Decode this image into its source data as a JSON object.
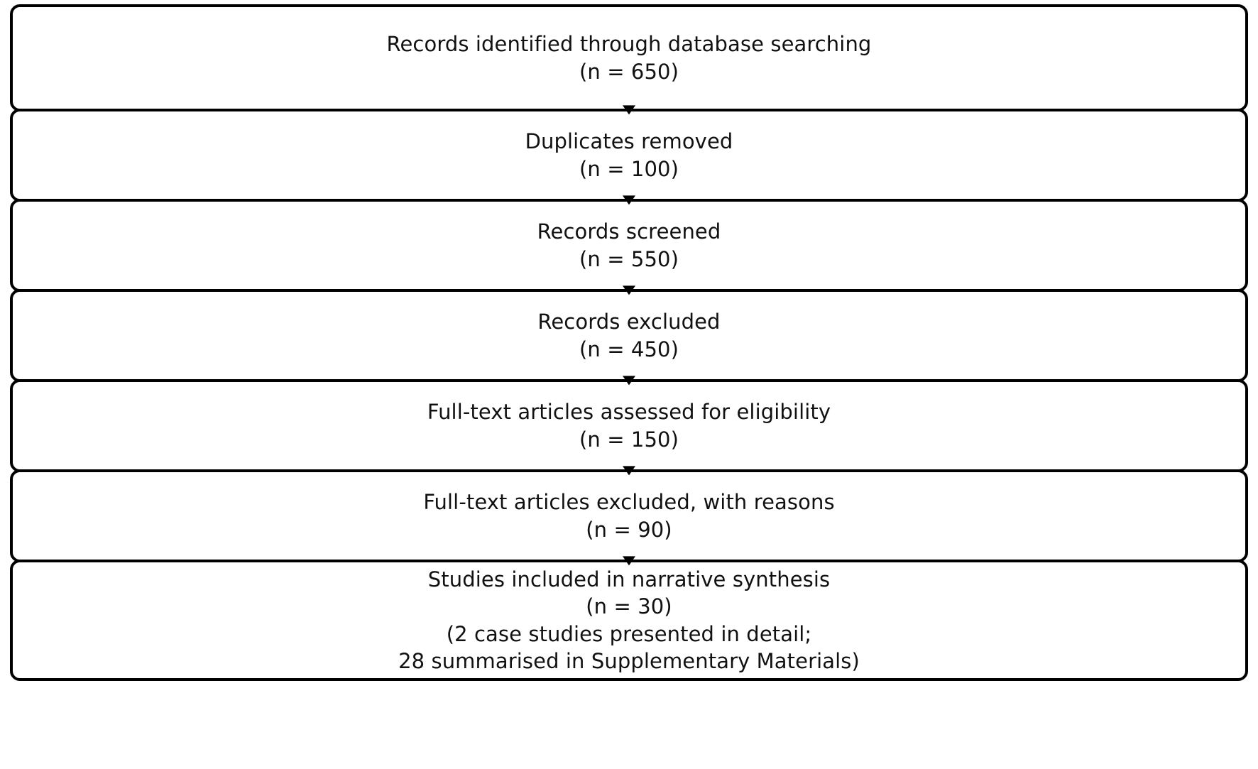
{
  "diagram": {
    "type": "prisma-flow-diagram",
    "orientation": "vertical",
    "background_color": "#ffffff",
    "border_color": "#000000",
    "text_color": "#111111",
    "connector": "downward-arrow",
    "nodes": [
      {
        "id": "records-identified",
        "label": "Records identified through database searching",
        "count_text": "(n = 650)",
        "n": 650
      },
      {
        "id": "duplicates-removed",
        "label": "Duplicates removed",
        "count_text": "(n = 100)",
        "n": 100
      },
      {
        "id": "records-screened",
        "label": "Records screened",
        "count_text": "(n = 550)",
        "n": 550
      },
      {
        "id": "records-excluded",
        "label": "Records excluded",
        "count_text": "(n = 450)",
        "n": 450
      },
      {
        "id": "fulltext-assessed",
        "label": "Full-text articles assessed for eligibility",
        "count_text": "(n = 150)",
        "n": 150
      },
      {
        "id": "fulltext-excluded",
        "label": "Full-text articles excluded, with reasons",
        "count_text": "(n = 90)",
        "n": 90
      },
      {
        "id": "studies-included",
        "label": "Studies included in narrative synthesis",
        "count_text": "(n = 30)",
        "n": 30,
        "note_line_1": "(2 case studies presented in detail;",
        "note_line_2": "28 summarised in Supplementary Materials)"
      }
    ]
  }
}
